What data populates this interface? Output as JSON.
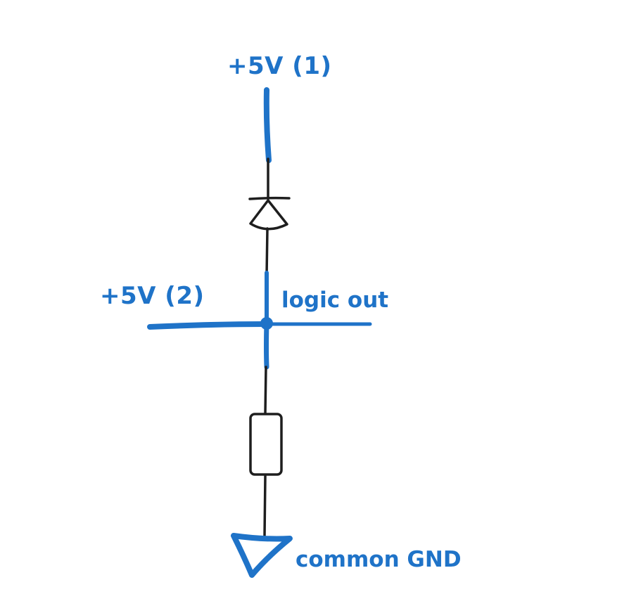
{
  "colors": {
    "net": "#1f73c8",
    "component": "#1e1e1e",
    "background": "#ffffff"
  },
  "labels": {
    "supply_1": "+5V (1)",
    "supply_2": "+5V (2)",
    "logic_out": "logic out",
    "ground": "common GND"
  },
  "components": {
    "diode": "diode-icon",
    "resistor": "resistor-icon",
    "ground": "ground-icon",
    "junction": "junction-dot"
  }
}
